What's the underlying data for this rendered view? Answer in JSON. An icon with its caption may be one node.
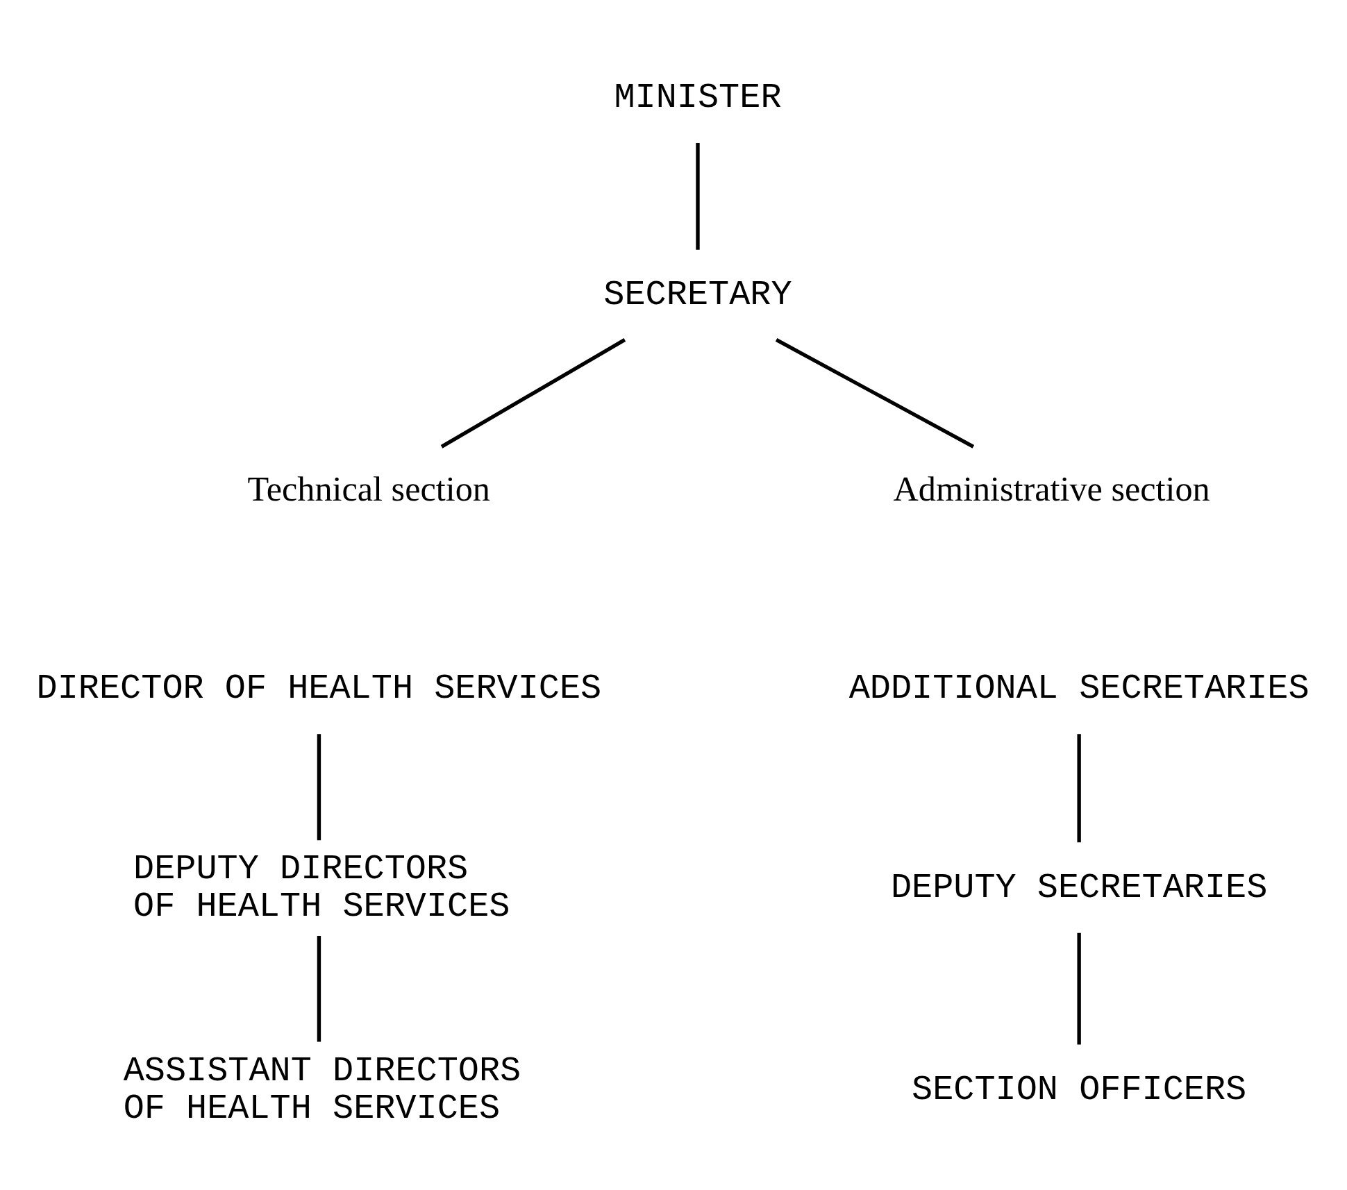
{
  "diagram": {
    "nodes": [
      {
        "text": [
          "MINISTER"
        ]
      },
      {
        "text": [
          "SECRETARY"
        ]
      },
      {
        "text": [
          "Technical section"
        ]
      },
      {
        "text": [
          "Administrative section"
        ]
      },
      {
        "text": [
          "DIRECTOR OF HEALTH SERVICES"
        ]
      },
      {
        "text": [
          "DEPUTY DIRECTORS OF HEALTH SERVICES"
        ]
      },
      {
        "text": [
          "ASSISTANT DIRECTORS OF HEALTH SERVICES"
        ]
      },
      {
        "text": [
          "ADDITIONAL SECRETARIES"
        ]
      },
      {
        "text": [
          "DEPUTY SECRETARIES"
        ]
      },
      {
        "text": [
          "SECTION OFFICERS"
        ]
      }
    ],
    "edges": [
      {
        "from": 0,
        "to": 1,
        "arrow": "none"
      },
      {
        "from": 1,
        "to": 2,
        "arrow": "none"
      },
      {
        "from": 1,
        "to": 3,
        "arrow": "none"
      },
      {
        "from": 4,
        "to": 5,
        "arrow": "none"
      },
      {
        "from": 5,
        "to": 6,
        "arrow": "none"
      },
      {
        "from": 7,
        "to": 8,
        "arrow": "none"
      },
      {
        "from": 8,
        "to": 9,
        "arrow": "none"
      }
    ]
  }
}
